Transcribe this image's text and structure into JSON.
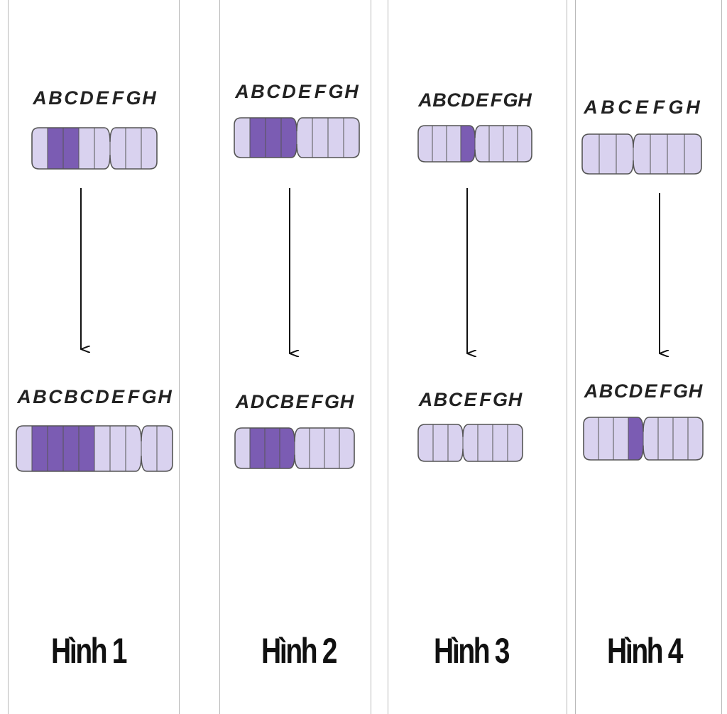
{
  "colors": {
    "light": "#d9d2ef",
    "dark": "#7b5cb3",
    "outline": "#555555",
    "arrow": "#111111"
  },
  "panels": [
    {
      "caption": "Hình 1",
      "top": {
        "labels": [
          "A",
          "B",
          "C",
          "D",
          "E",
          "F",
          "G",
          "H"
        ],
        "bands": [
          "light",
          "dark",
          "dark",
          "light",
          "light",
          "light",
          "light",
          "light"
        ]
      },
      "bottom": {
        "labels": [
          "A",
          "B",
          "C",
          "B",
          "C",
          "D",
          "E",
          "F",
          "G",
          "H"
        ],
        "bands": [
          "light",
          "dark",
          "dark",
          "dark",
          "dark",
          "light",
          "light",
          "light",
          "light",
          "light"
        ]
      }
    },
    {
      "caption": "Hình 2",
      "top": {
        "labels": [
          "A",
          "B",
          "C",
          "D",
          "E",
          "F",
          "G",
          "H"
        ],
        "bands": [
          "light",
          "dark",
          "dark",
          "dark",
          "light",
          "light",
          "light",
          "light"
        ]
      },
      "bottom": {
        "labels": [
          "A",
          "D",
          "C",
          "B",
          "E",
          "F",
          "G",
          "H"
        ],
        "bands": [
          "light",
          "dark",
          "dark",
          "dark",
          "light",
          "light",
          "light",
          "light"
        ]
      }
    },
    {
      "caption": "Hình 3",
      "top": {
        "labels": [
          "A",
          "B",
          "C",
          "D",
          "E",
          "F",
          "G",
          "H"
        ],
        "bands": [
          "light",
          "light",
          "light",
          "dark",
          "light",
          "light",
          "light",
          "light"
        ]
      },
      "bottom": {
        "labels": [
          "A",
          "B",
          "C",
          "E",
          "F",
          "G",
          "H"
        ],
        "bands": [
          "light",
          "light",
          "light",
          "light",
          "light",
          "light",
          "light"
        ]
      }
    },
    {
      "caption": "Hình 4",
      "top": {
        "labels": [
          "A",
          "B",
          "C",
          "E",
          "F",
          "G",
          "H"
        ],
        "bands": [
          "light",
          "light",
          "light",
          "light",
          "light",
          "light",
          "light"
        ]
      },
      "bottom": {
        "labels": [
          "A",
          "B",
          "C",
          "D",
          "E",
          "F",
          "G",
          "H"
        ],
        "bands": [
          "light",
          "light",
          "light",
          "dark",
          "light",
          "light",
          "light",
          "light"
        ]
      }
    }
  ]
}
